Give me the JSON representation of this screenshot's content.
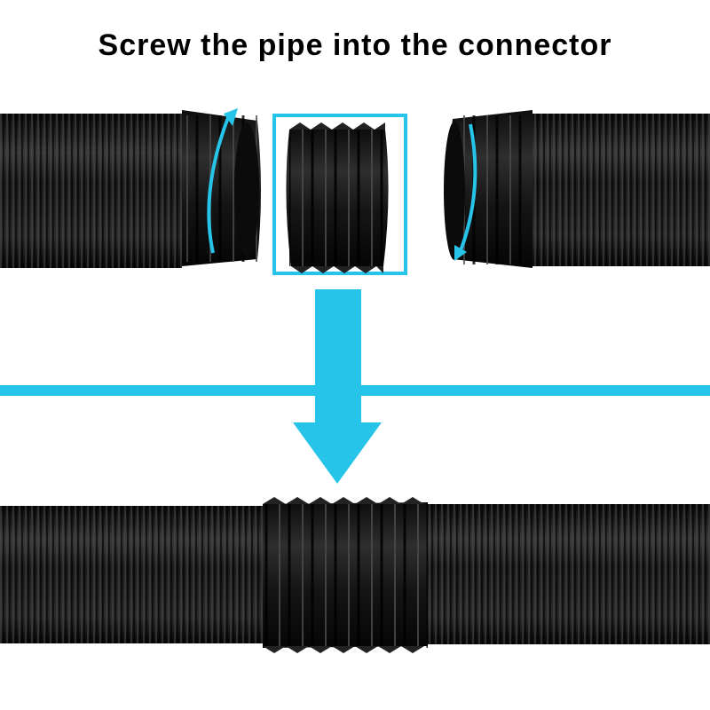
{
  "instruction": {
    "text": "Screw the pipe into the connector"
  },
  "colors": {
    "accent": "#27c4ea",
    "arrow": "#1faee0",
    "hose": "#1b1b1b",
    "background": "#ffffff"
  },
  "parts": {
    "left_pipe": "hose-segment",
    "connector": "connector-sleeve",
    "right_pipe": "hose-segment",
    "assembled_hose": "joined-hose"
  },
  "icons": {
    "rotate_left": "rotate-arrow-icon",
    "rotate_right": "rotate-arrow-icon",
    "down_arrow": "down-arrow-icon"
  }
}
